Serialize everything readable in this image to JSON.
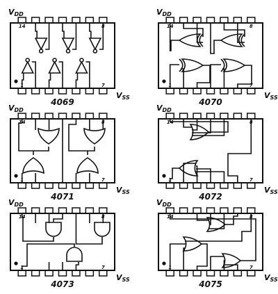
{
  "chips": [
    {
      "id": "c4069",
      "name": "4069",
      "vdd": "V",
      "vdd_sub": "DD",
      "vss": "V",
      "vss_sub": "SS",
      "pin_first_top": "14",
      "pin_last_top": "8",
      "pin_first_bottom": "1",
      "pin_last_bottom": "7",
      "gate": "inverter"
    },
    {
      "id": "c4070",
      "name": "4070",
      "vdd": "V",
      "vdd_sub": "DD",
      "vss": "V",
      "vss_sub": "SS",
      "pin_first_top": "14",
      "pin_last_top": "8",
      "pin_first_bottom": "1",
      "pin_last_bottom": "7",
      "gate": "xor"
    },
    {
      "id": "c4071",
      "name": "4071",
      "vdd": "V",
      "vdd_sub": "DD",
      "vss": "V",
      "vss_sub": "SS",
      "pin_first_top": "14",
      "pin_last_top": "8",
      "pin_first_bottom": "1",
      "pin_last_bottom": "7",
      "gate": "or"
    },
    {
      "id": "c4072",
      "name": "4072",
      "vdd": "V",
      "vdd_sub": "DD",
      "vss": "V",
      "vss_sub": "SS",
      "pin_first_top": "14",
      "pin_last_top": "8",
      "pin_first_bottom": "1",
      "pin_last_bottom": "7",
      "gate": "or4"
    },
    {
      "id": "c4073",
      "name": "4073",
      "vdd": "V",
      "vdd_sub": "DD",
      "vss": "V",
      "vss_sub": "SS",
      "pin_first_top": "14",
      "pin_last_top": "8",
      "pin_first_bottom": "1",
      "pin_last_bottom": "7",
      "gate": "and3"
    },
    {
      "id": "c4075",
      "name": "4075",
      "vdd": "V",
      "vdd_sub": "DD",
      "vss": "V",
      "vss_sub": "SS",
      "pin_first_top": "14",
      "pin_last_top": "8",
      "pin_first_bottom": "1",
      "pin_last_bottom": "7",
      "gate": "or3"
    }
  ]
}
